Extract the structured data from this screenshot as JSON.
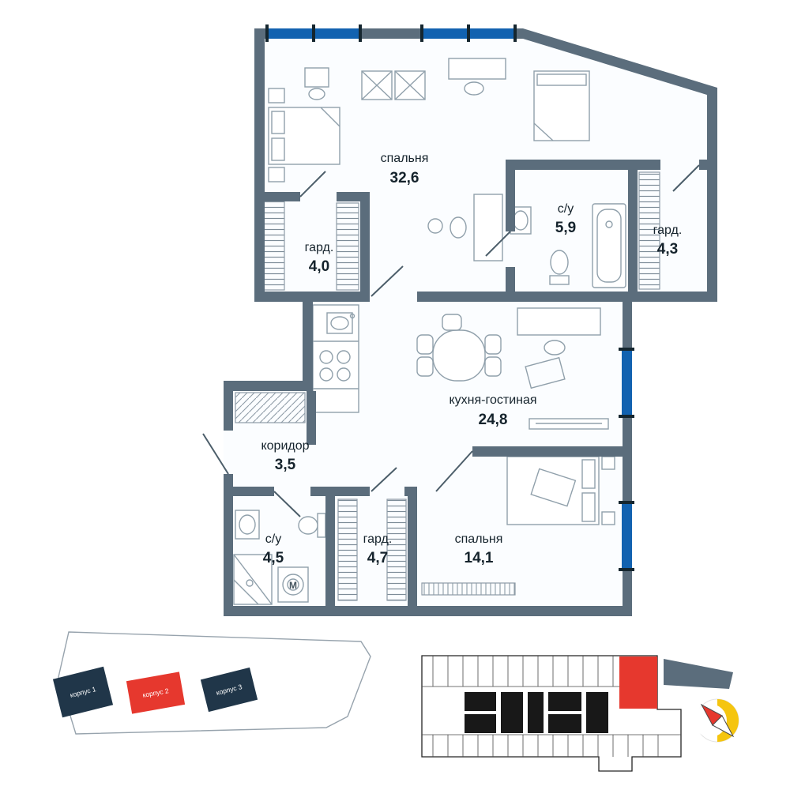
{
  "plan": {
    "rooms": [
      {
        "name": "спальня",
        "area": "32,6"
      },
      {
        "name": "гард.",
        "area": "4,0"
      },
      {
        "name": "с/у",
        "area": "5,9"
      },
      {
        "name": "гард.",
        "area": "4,3"
      },
      {
        "name": "кухня-гостиная",
        "area": "24,8"
      },
      {
        "name": "коридор",
        "area": "3,5"
      },
      {
        "name": "с/у",
        "area": "4,5"
      },
      {
        "name": "гард.",
        "area": "4,7"
      },
      {
        "name": "спальня",
        "area": "14,1"
      }
    ],
    "washer_label": "М"
  },
  "site_plan": {
    "buildings": [
      {
        "label": "корпус 1",
        "highlighted": false
      },
      {
        "label": "корпус 2",
        "highlighted": true
      },
      {
        "label": "корпус 3",
        "highlighted": false
      }
    ]
  },
  "colors": {
    "wall": "#5b6d7c",
    "window": "#1262b0",
    "accent_red": "#e6382e",
    "building_dark": "#203649",
    "floor": "#fbfdff"
  }
}
